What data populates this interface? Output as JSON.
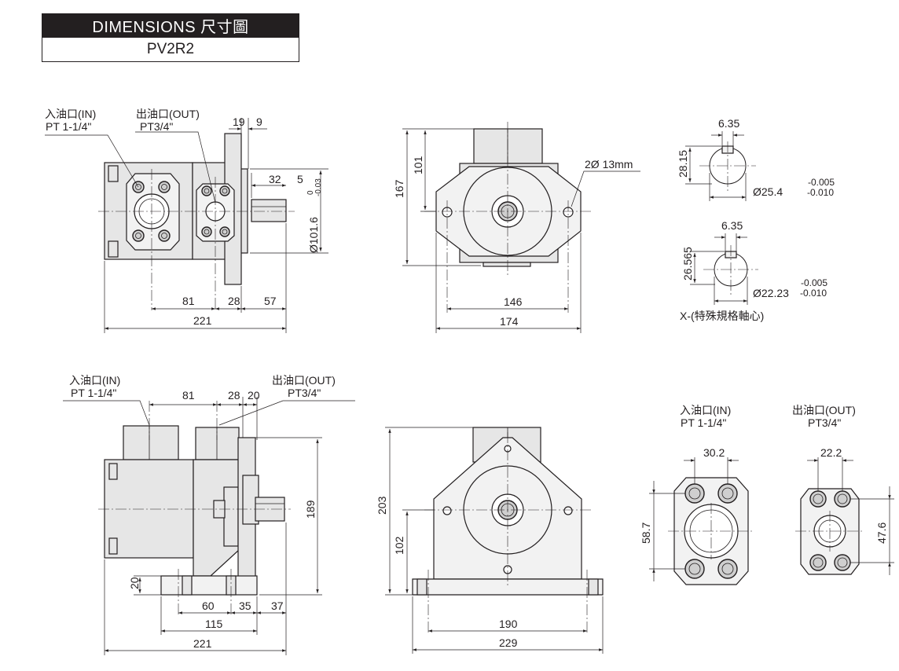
{
  "header": {
    "title": "DIMENSIONS  尺寸圖",
    "model": "PV2R2"
  },
  "ports": {
    "in_label": "入油口(IN)",
    "in_thread": "PT  1-1/4\"",
    "out_label": "出油口(OUT)",
    "out_thread": "PT3/4\""
  },
  "top_view": {
    "d_19": "19",
    "d_9": "9",
    "d_32": "32",
    "d_5": "5",
    "pilot_tol_upper": "0",
    "pilot_tol_lower": "-0.03",
    "pilot_dia": "Ø101.6",
    "d_81": "81",
    "d_28": "28",
    "d_57": "57",
    "d_221": "221"
  },
  "flange_view": {
    "d_101": "101",
    "d_167": "167",
    "holes": "2Ø 13mm",
    "d_146": "146",
    "d_174": "174"
  },
  "shaft_key": {
    "key_width": "6.35",
    "key_height": "28.15",
    "shaft_dia": "Ø25.4",
    "tol_upper": "-0.005",
    "tol_lower": "-0.010"
  },
  "shaft_special": {
    "key_width": "6.35",
    "key_height": "26.565",
    "shaft_dia": "Ø22.23",
    "tol_upper": "-0.005",
    "tol_lower": "-0.010",
    "caption": "X-(特殊規格軸心)"
  },
  "side_view": {
    "d_81": "81",
    "d_28": "28",
    "d_20": "20",
    "d_189": "189",
    "d_20b": "20",
    "d_60": "60",
    "d_35": "35",
    "d_37": "37",
    "d_115": "115",
    "d_221": "221"
  },
  "foot_view": {
    "d_203": "203",
    "d_102": "102",
    "d_190": "190",
    "d_229": "229"
  },
  "in_port_detail": {
    "d_30_2": "30.2",
    "d_58_7": "58.7"
  },
  "out_port_detail": {
    "d_22_2": "22.2",
    "d_47_6": "47.6"
  }
}
